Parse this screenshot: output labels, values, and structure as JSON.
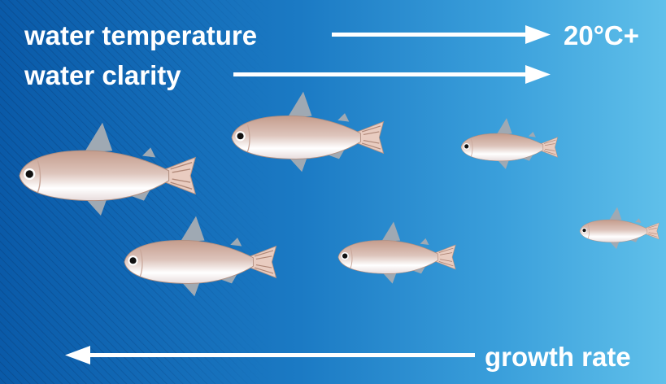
{
  "labels": {
    "water_temperature": "water temperature",
    "water_clarity": "water clarity",
    "temperature_value": "20°C+",
    "growth_rate": "growth rate"
  },
  "colors": {
    "background_deep": "#0a5cab",
    "background_light": "#5bbde8",
    "arrow": "#ffffff",
    "fish_body": "#c8a99c",
    "fish_fin": "#9aa6b2",
    "eye": "#111111"
  },
  "arrows": [
    {
      "name": "temperature-arrow",
      "direction": "right"
    },
    {
      "name": "clarity-arrow",
      "direction": "right"
    },
    {
      "name": "growth-rate-arrow",
      "direction": "left"
    }
  ]
}
